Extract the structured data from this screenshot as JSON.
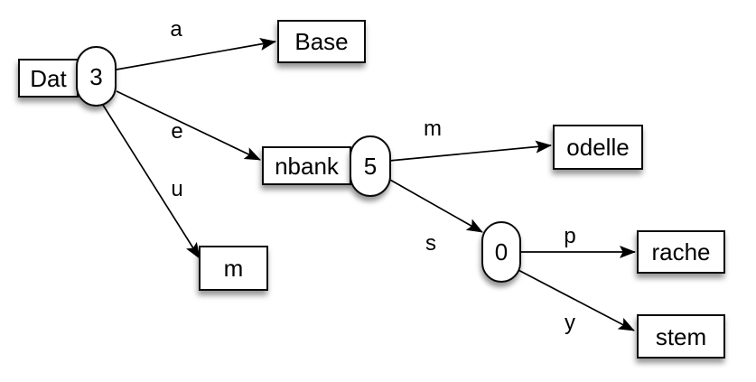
{
  "diagram": {
    "type": "trie",
    "colors": {
      "background": "#ffffff",
      "node_fill": "#ffffff",
      "stroke": "#000000"
    },
    "nodes": {
      "dat": {
        "shape": "rect",
        "label": "Dat"
      },
      "count3": {
        "shape": "stadium",
        "label": "3"
      },
      "base": {
        "shape": "rect",
        "label": "Base"
      },
      "nbank": {
        "shape": "rect",
        "label": "nbank"
      },
      "count5": {
        "shape": "stadium",
        "label": "5"
      },
      "odelle": {
        "shape": "rect",
        "label": "odelle"
      },
      "m": {
        "shape": "rect",
        "label": "m"
      },
      "count0": {
        "shape": "stadium",
        "label": "0"
      },
      "rache": {
        "shape": "rect",
        "label": "rache"
      },
      "stem": {
        "shape": "rect",
        "label": "stem"
      }
    },
    "edges": [
      {
        "label": "a",
        "from": "count3",
        "to": "base"
      },
      {
        "label": "e",
        "from": "count3",
        "to": "nbank"
      },
      {
        "label": "u",
        "from": "count3",
        "to": "m"
      },
      {
        "label": "m",
        "from": "count5",
        "to": "odelle"
      },
      {
        "label": "s",
        "from": "count5",
        "to": "count0"
      },
      {
        "label": "p",
        "from": "count0",
        "to": "rache"
      },
      {
        "label": "y",
        "from": "count0",
        "to": "stem"
      }
    ]
  }
}
